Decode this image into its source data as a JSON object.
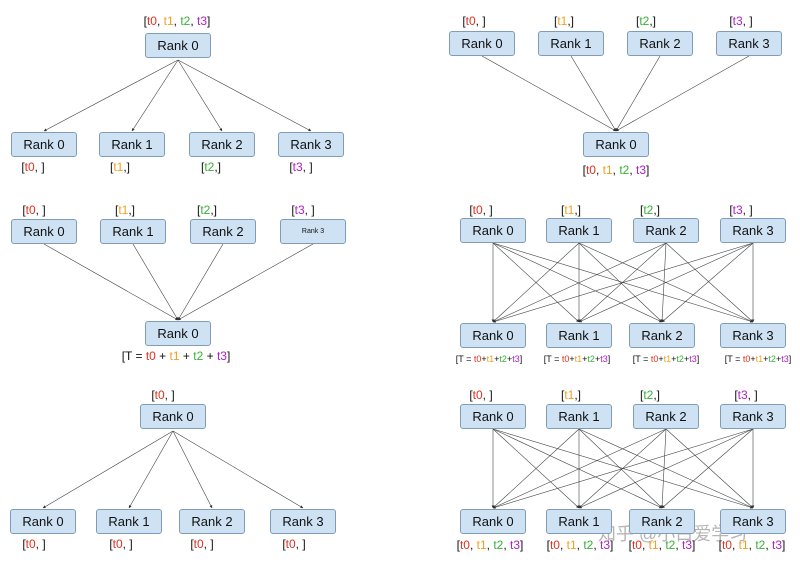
{
  "colors": {
    "t0": "#e0301e",
    "t1": "#f0a020",
    "t2": "#34b334",
    "t3": "#b01ec8",
    "text": "#111111",
    "node_fill": "#cfe2f3",
    "node_border": "#7f9db6"
  },
  "node_label": "Rank 0",
  "panels": [
    {
      "id": "broadcast-scatter",
      "nodes": [
        {
          "id": "p1-root",
          "label": "Rank 0",
          "annotation": [
            [
              "[",
              ""
            ],
            [
              "t0",
              "t0"
            ],
            [
              ", ",
              ""
            ],
            [
              "t1",
              "t1"
            ],
            [
              ", ",
              ""
            ],
            [
              "t2",
              "t2"
            ],
            [
              ", ",
              ""
            ],
            [
              "t3",
              "t3"
            ],
            [
              "]",
              ""
            ]
          ]
        },
        {
          "id": "p1-r0",
          "label": "Rank 0",
          "annotation": [
            [
              "[",
              ""
            ],
            [
              "t0",
              "t0"
            ],
            [
              ", ]",
              ""
            ]
          ]
        },
        {
          "id": "p1-r1",
          "label": "Rank 1",
          "annotation": [
            [
              "[",
              ""
            ],
            [
              "t1",
              "t1"
            ],
            [
              ",]",
              ""
            ]
          ]
        },
        {
          "id": "p1-r2",
          "label": "Rank 2",
          "annotation": [
            [
              "[",
              ""
            ],
            [
              "t2",
              "t2"
            ],
            [
              ",]",
              ""
            ]
          ]
        },
        {
          "id": "p1-r3",
          "label": "Rank 3",
          "annotation": [
            [
              "[",
              ""
            ],
            [
              "t3",
              "t3"
            ],
            [
              ", ]",
              ""
            ]
          ]
        }
      ]
    },
    {
      "id": "gather",
      "nodes": [
        {
          "id": "p2-r0",
          "label": "Rank 0",
          "annotation": [
            [
              "[",
              ""
            ],
            [
              "t0",
              "t0"
            ],
            [
              ", ]",
              ""
            ]
          ]
        },
        {
          "id": "p2-r1",
          "label": "Rank 1",
          "annotation": [
            [
              "[",
              ""
            ],
            [
              "t1",
              "t1"
            ],
            [
              ",]",
              ""
            ]
          ]
        },
        {
          "id": "p2-r2",
          "label": "Rank 2",
          "annotation": [
            [
              "[",
              ""
            ],
            [
              "t2",
              "t2"
            ],
            [
              ",]",
              ""
            ]
          ]
        },
        {
          "id": "p2-r3",
          "label": "Rank 3",
          "annotation": [
            [
              "[",
              ""
            ],
            [
              "t3",
              "t3"
            ],
            [
              ", ]",
              ""
            ]
          ]
        },
        {
          "id": "p2-root",
          "label": "Rank 0",
          "annotation": [
            [
              "[",
              ""
            ],
            [
              "t0",
              "t0"
            ],
            [
              ", ",
              ""
            ],
            [
              "t1",
              "t1"
            ],
            [
              ", ",
              ""
            ],
            [
              "t2",
              "t2"
            ],
            [
              ", ",
              ""
            ],
            [
              "t3",
              "t3"
            ],
            [
              "]",
              ""
            ]
          ]
        }
      ]
    },
    {
      "id": "reduce",
      "nodes": [
        {
          "id": "p3-r0",
          "label": "Rank 0",
          "annotation": [
            [
              "[",
              ""
            ],
            [
              "t0",
              "t0"
            ],
            [
              ", ]",
              ""
            ]
          ]
        },
        {
          "id": "p3-r1",
          "label": "Rank 1",
          "annotation": [
            [
              "[",
              ""
            ],
            [
              "t1",
              "t1"
            ],
            [
              ",]",
              ""
            ]
          ]
        },
        {
          "id": "p3-r2",
          "label": "Rank 2",
          "annotation": [
            [
              "[",
              ""
            ],
            [
              "t2",
              "t2"
            ],
            [
              ",]",
              ""
            ]
          ]
        },
        {
          "id": "p3-r3",
          "label": "Rank 3",
          "annotation": [
            [
              "[",
              ""
            ],
            [
              "t3",
              "t3"
            ],
            [
              ", ]",
              ""
            ]
          ]
        },
        {
          "id": "p3-root",
          "label": "Rank 0",
          "annotation": [
            [
              "[T = ",
              ""
            ],
            [
              "t0",
              "t0"
            ],
            [
              " + ",
              ""
            ],
            [
              "t1",
              "t1"
            ],
            [
              " + ",
              ""
            ],
            [
              "t2",
              "t2"
            ],
            [
              " + ",
              ""
            ],
            [
              "t3",
              "t3"
            ],
            [
              "]",
              ""
            ]
          ]
        }
      ]
    },
    {
      "id": "allreduce",
      "nodes": [
        {
          "id": "p4-r0",
          "label": "Rank 0",
          "annotation": [
            [
              "[",
              ""
            ],
            [
              "t0",
              "t0"
            ],
            [
              ", ]",
              ""
            ]
          ]
        },
        {
          "id": "p4-r1",
          "label": "Rank 1",
          "annotation": [
            [
              "[",
              ""
            ],
            [
              "t1",
              "t1"
            ],
            [
              ",]",
              ""
            ]
          ]
        },
        {
          "id": "p4-r2",
          "label": "Rank 2",
          "annotation": [
            [
              "[",
              ""
            ],
            [
              "t2",
              "t2"
            ],
            [
              ",]",
              ""
            ]
          ]
        },
        {
          "id": "p4-r3",
          "label": "Rank 3",
          "annotation": [
            [
              "[",
              ""
            ],
            [
              "t3",
              "t3"
            ],
            [
              ", ]",
              ""
            ]
          ]
        },
        {
          "id": "p4-b0",
          "label": "Rank 0",
          "annotation": [
            [
              "[T = ",
              ""
            ],
            [
              "t0",
              "t0"
            ],
            [
              "+",
              ""
            ],
            [
              "t1",
              "t1"
            ],
            [
              "+",
              ""
            ],
            [
              "t2",
              "t2"
            ],
            [
              "+",
              ""
            ],
            [
              "t3",
              "t3"
            ],
            [
              "]",
              ""
            ]
          ]
        },
        {
          "id": "p4-b1",
          "label": "Rank 1",
          "annotation": [
            [
              "[T = ",
              ""
            ],
            [
              "t0",
              "t0"
            ],
            [
              "+",
              ""
            ],
            [
              "t1",
              "t1"
            ],
            [
              "+",
              ""
            ],
            [
              "t2",
              "t2"
            ],
            [
              "+",
              ""
            ],
            [
              "t3",
              "t3"
            ],
            [
              "]",
              ""
            ]
          ]
        },
        {
          "id": "p4-b2",
          "label": "Rank 2",
          "annotation": [
            [
              "[T = ",
              ""
            ],
            [
              "t0",
              "t0"
            ],
            [
              "+",
              ""
            ],
            [
              "t1",
              "t1"
            ],
            [
              "+",
              ""
            ],
            [
              "t2",
              "t2"
            ],
            [
              "+",
              ""
            ],
            [
              "t3",
              "t3"
            ],
            [
              "]",
              ""
            ]
          ]
        },
        {
          "id": "p4-b3",
          "label": "Rank 3",
          "annotation": [
            [
              "[T = ",
              ""
            ],
            [
              "t0",
              "t0"
            ],
            [
              "+",
              ""
            ],
            [
              "t1",
              "t1"
            ],
            [
              "+",
              ""
            ],
            [
              "t2",
              "t2"
            ],
            [
              "+",
              ""
            ],
            [
              "t3",
              "t3"
            ],
            [
              "]",
              ""
            ]
          ]
        }
      ]
    },
    {
      "id": "broadcast",
      "nodes": [
        {
          "id": "p5-root",
          "label": "Rank 0",
          "annotation": [
            [
              "[",
              ""
            ],
            [
              "t0",
              "t0"
            ],
            [
              ", ]",
              ""
            ]
          ]
        },
        {
          "id": "p5-r0",
          "label": "Rank 0",
          "annotation": [
            [
              "[",
              ""
            ],
            [
              "t0",
              "t0"
            ],
            [
              ", ]",
              ""
            ]
          ]
        },
        {
          "id": "p5-r1",
          "label": "Rank 1",
          "annotation": [
            [
              "[",
              ""
            ],
            [
              "t0",
              "t0"
            ],
            [
              ", ]",
              ""
            ]
          ]
        },
        {
          "id": "p5-r2",
          "label": "Rank 2",
          "annotation": [
            [
              "[",
              ""
            ],
            [
              "t0",
              "t0"
            ],
            [
              ", ]",
              ""
            ]
          ]
        },
        {
          "id": "p5-r3",
          "label": "Rank 3",
          "annotation": [
            [
              "[",
              ""
            ],
            [
              "t0",
              "t0"
            ],
            [
              ", ]",
              ""
            ]
          ]
        }
      ]
    },
    {
      "id": "allgather",
      "nodes": [
        {
          "id": "p6-r0",
          "label": "Rank 0",
          "annotation": [
            [
              "[",
              ""
            ],
            [
              "t0",
              "t0"
            ],
            [
              ", ]",
              ""
            ]
          ]
        },
        {
          "id": "p6-r1",
          "label": "Rank 1",
          "annotation": [
            [
              "[",
              ""
            ],
            [
              "t1",
              "t1"
            ],
            [
              ",]",
              ""
            ]
          ]
        },
        {
          "id": "p6-r2",
          "label": "Rank 2",
          "annotation": [
            [
              "[",
              ""
            ],
            [
              "t2",
              "t2"
            ],
            [
              ",]",
              ""
            ]
          ]
        },
        {
          "id": "p6-r3",
          "label": "Rank 3",
          "annotation": [
            [
              "[",
              ""
            ],
            [
              "t3",
              "t3"
            ],
            [
              ", ]",
              ""
            ]
          ]
        },
        {
          "id": "p6-b0",
          "label": "Rank 0",
          "annotation": [
            [
              "[",
              ""
            ],
            [
              "t0",
              "t0"
            ],
            [
              ", ",
              ""
            ],
            [
              "t1",
              "t1"
            ],
            [
              ", ",
              ""
            ],
            [
              "t2",
              "t2"
            ],
            [
              ", ",
              ""
            ],
            [
              "t3",
              "t3"
            ],
            [
              "]",
              ""
            ]
          ]
        },
        {
          "id": "p6-b1",
          "label": "Rank 1",
          "annotation": [
            [
              "[",
              ""
            ],
            [
              "t0",
              "t0"
            ],
            [
              ", ",
              ""
            ],
            [
              "t1",
              "t1"
            ],
            [
              ", ",
              ""
            ],
            [
              "t2",
              "t2"
            ],
            [
              ", ",
              ""
            ],
            [
              "t3",
              "t3"
            ],
            [
              "]",
              ""
            ]
          ]
        },
        {
          "id": "p6-b2",
          "label": "Rank 2",
          "annotation": [
            [
              "[",
              ""
            ],
            [
              "t0",
              "t0"
            ],
            [
              ", ",
              ""
            ],
            [
              "t1",
              "t1"
            ],
            [
              ", ",
              ""
            ],
            [
              "t2",
              "t2"
            ],
            [
              ", ",
              ""
            ],
            [
              "t3",
              "t3"
            ],
            [
              "]",
              ""
            ]
          ]
        },
        {
          "id": "p6-b3",
          "label": "Rank 3",
          "annotation": [
            [
              "[",
              ""
            ],
            [
              "t0",
              "t0"
            ],
            [
              ", ",
              ""
            ],
            [
              "t1",
              "t1"
            ],
            [
              ", ",
              ""
            ],
            [
              "t2",
              "t2"
            ],
            [
              ", ",
              ""
            ],
            [
              "t3",
              "t3"
            ],
            [
              "]",
              ""
            ]
          ]
        }
      ]
    }
  ],
  "watermark": "知乎 @小白爱学习"
}
